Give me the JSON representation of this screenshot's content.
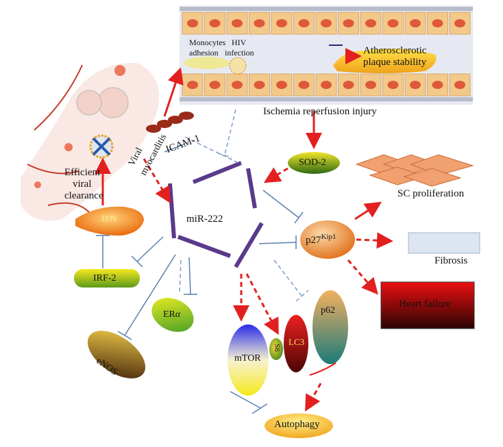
{
  "labels": {
    "monocytes": "Monocytes",
    "hiv": "HIV",
    "adhesion": "adhesion",
    "infection": "infection",
    "athero_line1": "Atherosclerotic",
    "athero_line2": "plaque stability",
    "ischemia": "Ischemia reperfusion injury",
    "icam": "ICAM-1",
    "viral_myocarditis_1": "Viral",
    "viral_myocarditis_2": "myocarditis",
    "efficient": "Efficient",
    "viral": "viral",
    "clearance": "clearance",
    "ifn": "IFN",
    "irf2": "IRF-2",
    "mir222": "miR-222",
    "sod2": "SOD-2",
    "sc_proliferation": "SC proliferation",
    "p27_base": "p27",
    "p27_sup": "Kip1",
    "fibrosis": "Fibrosis",
    "heart_failure": "Heart failure",
    "er_alpha_base": "ER",
    "er_alpha_greek": "α",
    "enos": "eNOS",
    "mtor": "mTOR",
    "s6": "S6",
    "lc3": "LC3",
    "p62": "p62",
    "autophagy": "Autophagy"
  },
  "colors": {
    "activation_arrow": "#e32020",
    "inhibition_line": "#5a7fb0",
    "dashed_inhibition": "#7a9cc8",
    "heart_failure_top": "#e01010",
    "heart_failure_bottom": "#3a0505",
    "ifn_fill": "#f08a1a",
    "irf2_fill": "#a6d21e",
    "sod2_fill": "#4a8a1a",
    "p27_fill": "#f3a45a",
    "autophagy_fill": "#f6c21a",
    "cell_fill": "#f3c98a",
    "cell_nucleus": "#d9452a"
  }
}
